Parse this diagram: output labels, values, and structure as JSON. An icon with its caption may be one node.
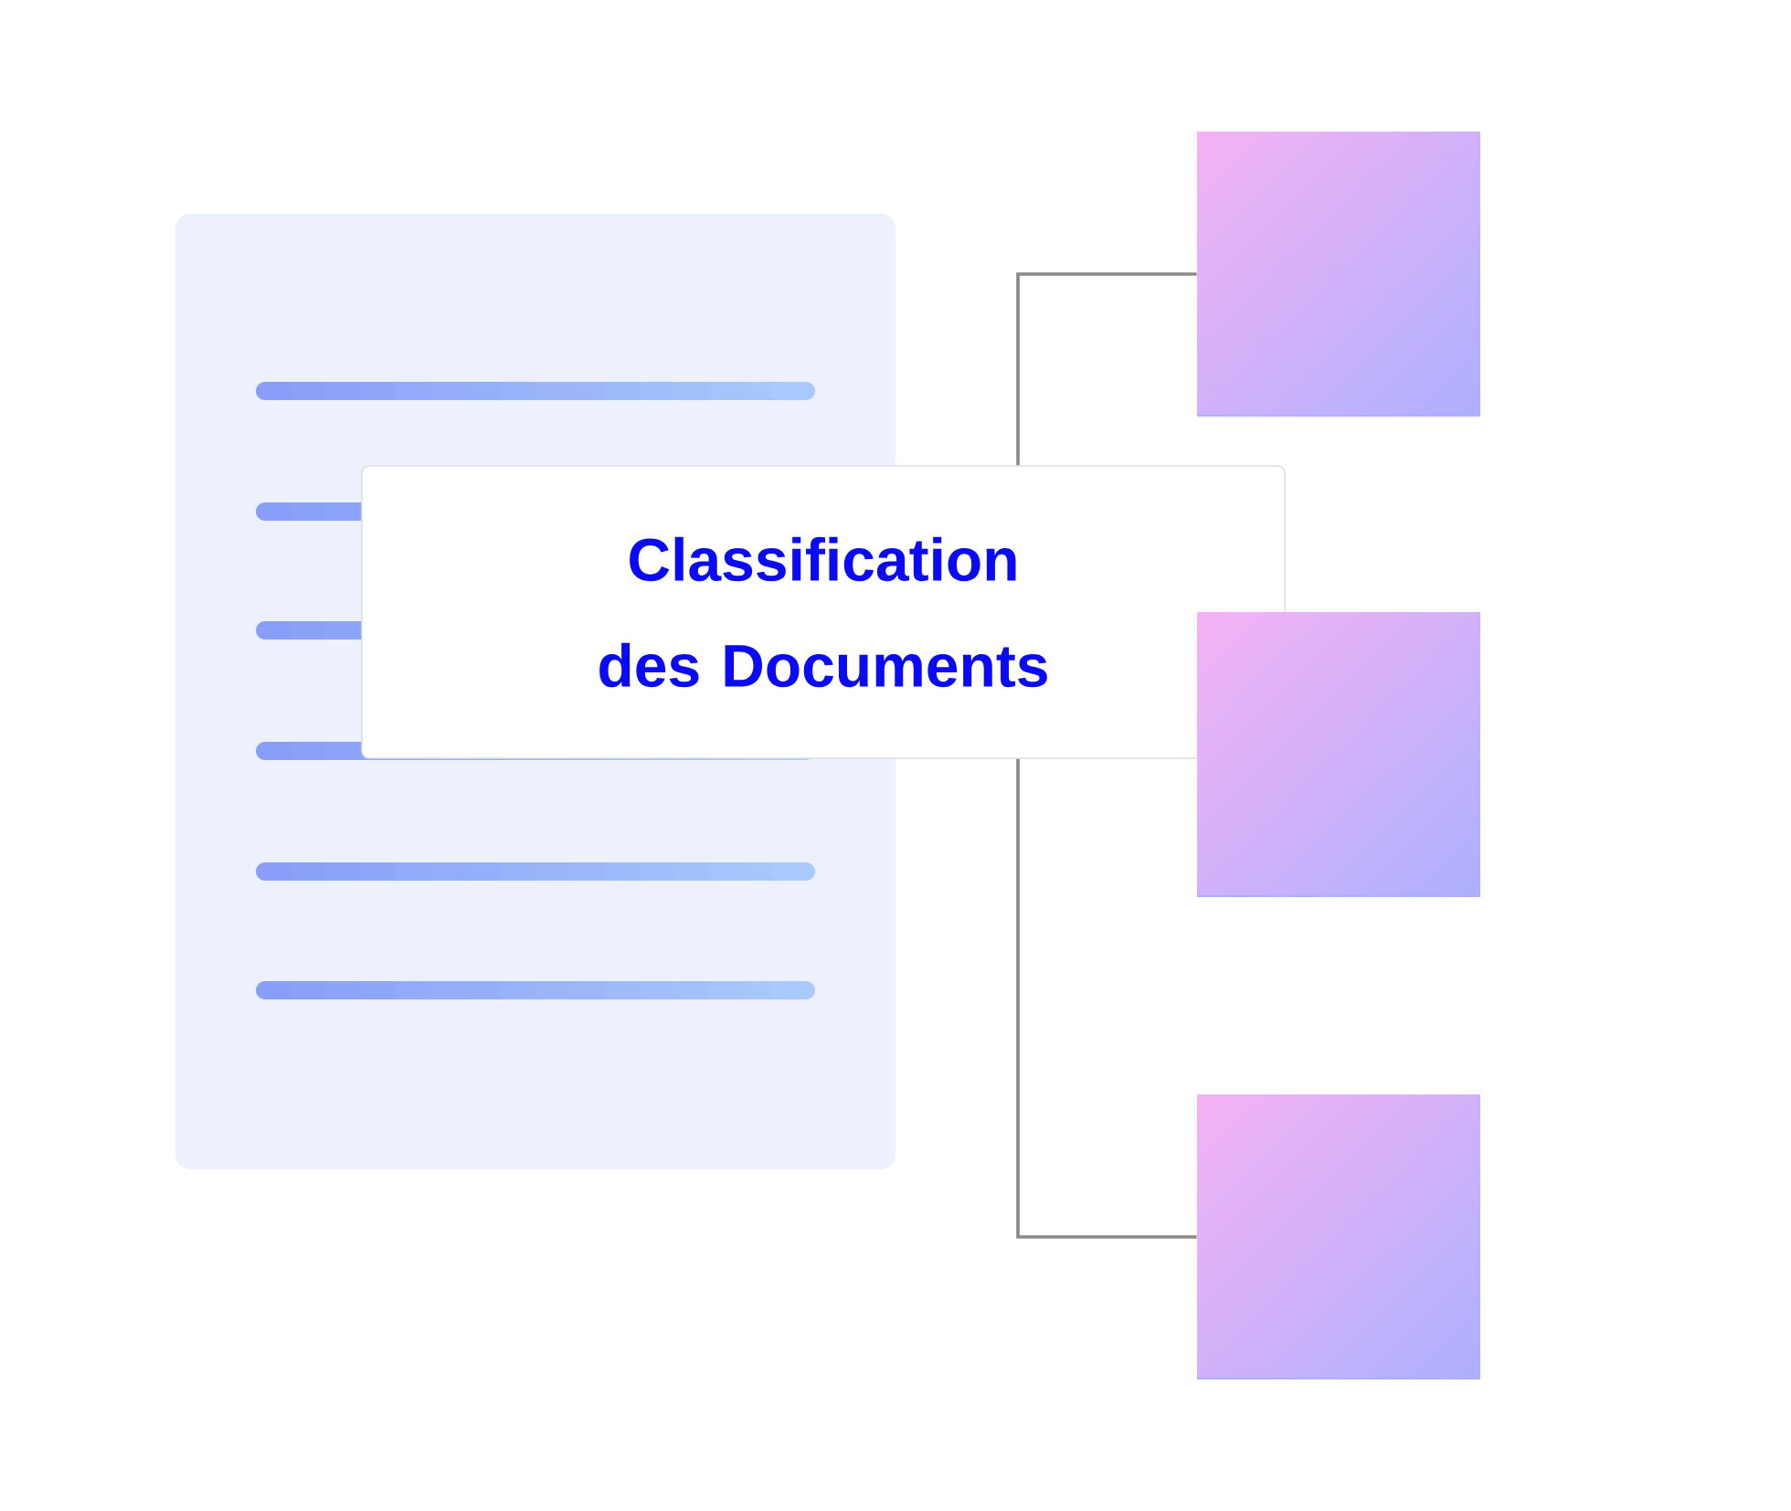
{
  "diagram": {
    "nodes": [
      {
        "text": [],
        "shape": "box"
      },
      {
        "text": [
          "Classification des Documents"
        ]
      },
      {
        "text": [],
        "shape": "box"
      },
      {
        "text": [],
        "shape": "box"
      },
      {
        "text": [],
        "shape": "box"
      }
    ],
    "edges": [
      {
        "from": 1,
        "to": 2,
        "arrow": "none"
      },
      {
        "from": 1,
        "to": 4,
        "arrow": "none"
      }
    ]
  }
}
